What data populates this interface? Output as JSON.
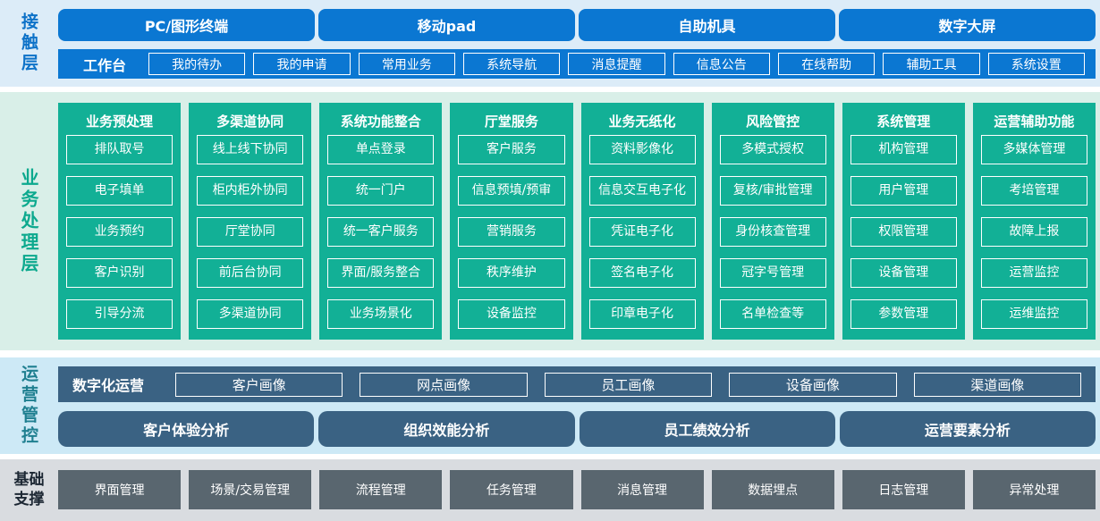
{
  "colors": {
    "blue": "#0b77d2",
    "teal": "#12b096",
    "slate_blue": "#3a6283",
    "slate_gray": "#59666f",
    "band1_bg": "#dcecf8",
    "band2_bg": "#d9efe8",
    "band3_bg": "#cde9f6",
    "band4_bg": "#d9dce0",
    "label_blue": "#0d72c8",
    "label_green": "#0ca98e",
    "label_teal": "#1f7f90",
    "label_dark": "#1c2733"
  },
  "contact_layer": {
    "label": "接触层",
    "channels": [
      "PC/图形终端",
      "移动pad",
      "自助机具",
      "数字大屏"
    ],
    "workbench": {
      "label": "工作台",
      "items": [
        "我的待办",
        "我的申请",
        "常用业务",
        "系统导航",
        "消息提醒",
        "信息公告",
        "在线帮助",
        "辅助工具",
        "系统设置"
      ]
    }
  },
  "business_layer": {
    "label": "业务处理层",
    "columns": [
      {
        "title": "业务预处理",
        "items": [
          "排队取号",
          "电子填单",
          "业务预约",
          "客户识别",
          "引导分流"
        ]
      },
      {
        "title": "多渠道协同",
        "items": [
          "线上线下协同",
          "柜内柜外协同",
          "厅堂协同",
          "前后台协同",
          "多渠道协同"
        ]
      },
      {
        "title": "系统功能整合",
        "items": [
          "单点登录",
          "统一门户",
          "统一客户服务",
          "界面/服务整合",
          "业务场景化"
        ]
      },
      {
        "title": "厅堂服务",
        "items": [
          "客户服务",
          "信息预填/预审",
          "营销服务",
          "秩序维护",
          "设备监控"
        ]
      },
      {
        "title": "业务无纸化",
        "items": [
          "资料影像化",
          "信息交互电子化",
          "凭证电子化",
          "签名电子化",
          "印章电子化"
        ]
      },
      {
        "title": "风险管控",
        "items": [
          "多模式授权",
          "复核/审批管理",
          "身份核查管理",
          "冠字号管理",
          "名单检查等"
        ]
      },
      {
        "title": "系统管理",
        "items": [
          "机构管理",
          "用户管理",
          "权限管理",
          "设备管理",
          "参数管理"
        ]
      },
      {
        "title": "运营辅助功能",
        "items": [
          "多媒体管理",
          "考培管理",
          "故障上报",
          "运营监控",
          "运维监控"
        ]
      }
    ]
  },
  "operations_layer": {
    "label": "运营管控",
    "digital_ops": {
      "label": "数字化运营",
      "items": [
        "客户画像",
        "网点画像",
        "员工画像",
        "设备画像",
        "渠道画像"
      ]
    },
    "analyses": [
      "客户体验分析",
      "组织效能分析",
      "员工绩效分析",
      "运营要素分析"
    ]
  },
  "foundation_layer": {
    "label": "基础支撑",
    "items": [
      "界面管理",
      "场景/交易管理",
      "流程管理",
      "任务管理",
      "消息管理",
      "数据埋点",
      "日志管理",
      "异常处理"
    ]
  }
}
